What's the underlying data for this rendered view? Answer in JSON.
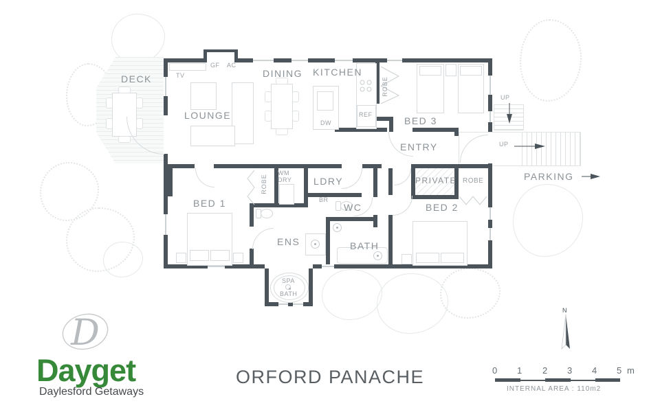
{
  "title": "ORFORD PANACHE",
  "logo": {
    "monogram": "D",
    "name": "Dayget",
    "tagline": "Daylesford Getaways"
  },
  "plan": {
    "rooms": {
      "deck": "DECK",
      "lounge": "LOUNGE",
      "dining": "DINING",
      "kitchen": "KITCHEN",
      "bed3": "BED 3",
      "entry": "ENTRY",
      "bed1": "BED 1",
      "ldry": "LDRY",
      "wc": "WC",
      "bed2": "BED 2",
      "ens": "ENS",
      "bath": "BATH",
      "private": "PRIVATE",
      "parking": "PARKING"
    },
    "fixtures": {
      "tv": "TV",
      "gf": "GF",
      "ac": "AC",
      "dw": "DW",
      "ref": "REF",
      "robe": "ROBE",
      "wm": "WM",
      "dry": "DRY",
      "br": "BR",
      "up": "UP",
      "spa": "SPA",
      "spa_bath": "BATH"
    },
    "compass": {
      "north": "N"
    }
  },
  "scale_bar": {
    "ticks": [
      "0",
      "1",
      "2",
      "3",
      "4",
      "5"
    ],
    "unit": "m",
    "internal_area": "INTERNAL AREA : 110m2"
  },
  "colors": {
    "wall": "#4a545a",
    "label": "#8b9297",
    "line": "#d9dcde",
    "brand_green": "#37893a",
    "title_text": "#585e62"
  }
}
